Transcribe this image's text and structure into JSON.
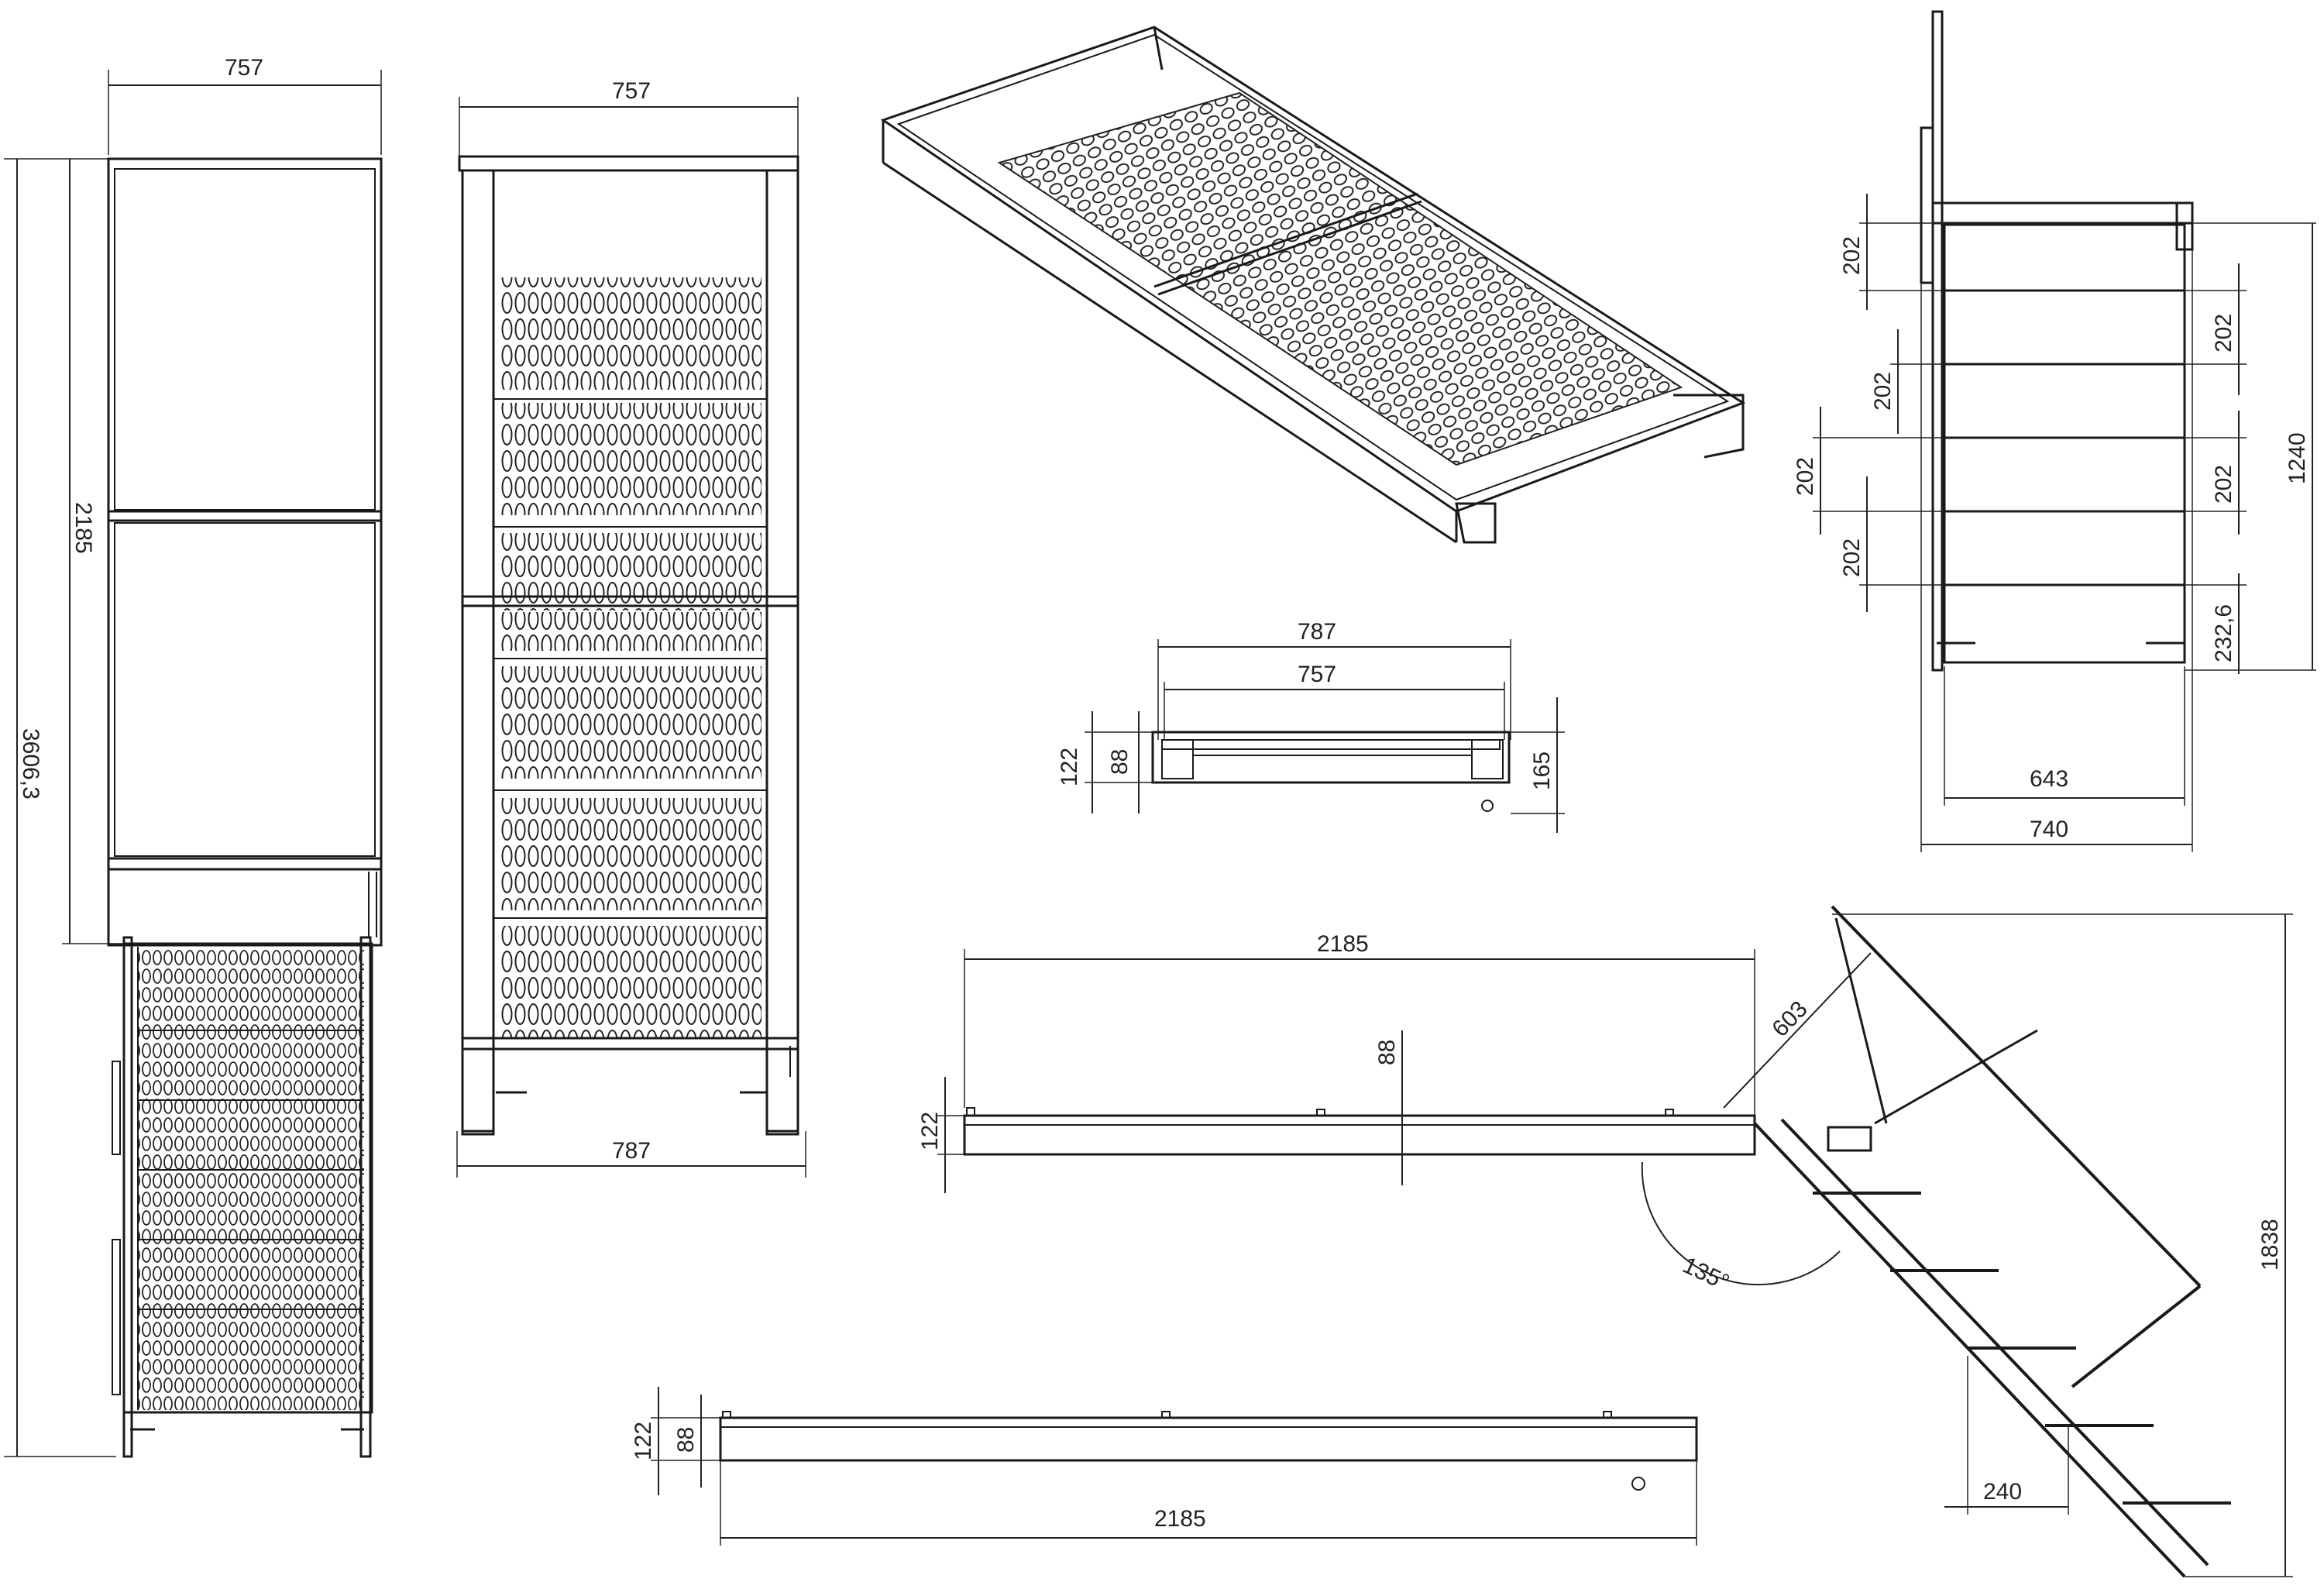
{
  "views": {
    "side_left": {
      "width": "757",
      "platform_height": "2185",
      "total_height": "3606,3"
    },
    "front": {
      "width_top": "757",
      "width_bottom": "787"
    },
    "section": {
      "outer_width": "787",
      "inner_width": "757",
      "h1": "122",
      "h2": "88",
      "h3": "165"
    },
    "stair_front": {
      "d1": "202",
      "d2": "202",
      "d3": "202",
      "d4": "202",
      "d5": "202",
      "d6": "202",
      "d7": "232,6",
      "height": "1240",
      "inner_width": "643",
      "outer_width": "740"
    },
    "side_assembled": {
      "length": "2185",
      "h_88": "88",
      "h_122": "122",
      "diag": "603",
      "angle": "135°",
      "height": "1838",
      "step": "240"
    },
    "bottom_side": {
      "h_122": "122",
      "h_88": "88",
      "length": "2185"
    }
  }
}
